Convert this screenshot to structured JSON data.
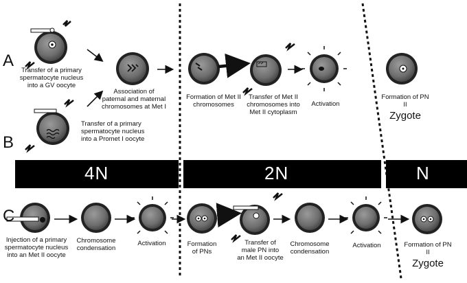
{
  "rows": {
    "a": "A",
    "b": "B",
    "c": "C"
  },
  "ploidy": {
    "four_n": "4N",
    "two_n": "2N",
    "n": "N"
  },
  "row_a": {
    "transfer_gv": "Transfer of a primary\nspermatocyte nucleus\ninto a GV oocyte",
    "association": "Association of\npaternal and maternal\nchromosomes at Met I",
    "formation_met2": "Formation of Met II\nchromosomes",
    "transfer_met2": "Transfer of Met II\nchromosomes into\nMet II cytoplasm",
    "activation": "Activation",
    "formation_pn": "Formation of PN\nII",
    "zygote": "Zygote"
  },
  "row_b": {
    "transfer_promet": "Transfer of a primary\nspermatocyte nucleus\ninto a Promet I oocyte"
  },
  "row_c": {
    "injection": "Injection of a primary\nspermatocyte nucleus\ninto an Met II oocyte",
    "condensation_1": "Chromosome\ncondensation",
    "activation_1": "Activation",
    "formation_pns": "Formation\nof PNs",
    "transfer_male_pn": "Transfer of\nmale PN into\nan Met II oocyte",
    "condensation_2": "Chromosome\ncondensation",
    "activation_2": "Activation",
    "formation_pn": "Formation of PN\nII",
    "zygote": "Zygote"
  }
}
